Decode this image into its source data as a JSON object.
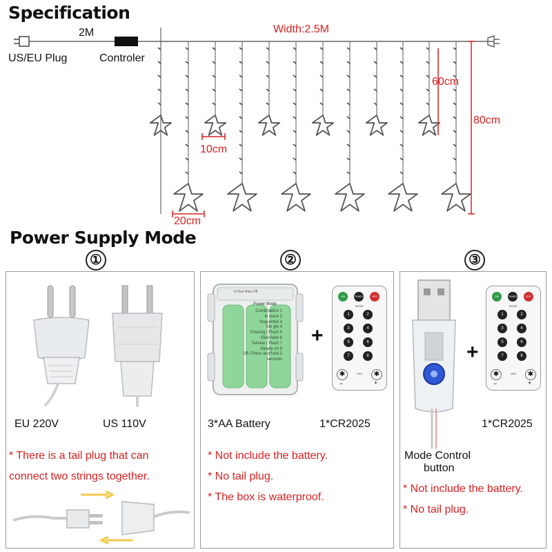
{
  "spec": {
    "title": "Specification",
    "width_label": "Width:2.5M",
    "cord_label": "2M",
    "plug_label": "US/EU Plug",
    "controller_label": "Controler",
    "short_drop_label": "60cm",
    "long_drop_label": "80cm",
    "small_star_label": "10cm",
    "big_star_label": "20cm"
  },
  "power": {
    "title": "Power Supply Mode",
    "mode1": {
      "number": "①",
      "eu_label": "EU 220V",
      "us_label": "US 110V",
      "note1": "* There is a tail plug that can",
      "note2": "connect two strings together."
    },
    "mode2": {
      "number": "②",
      "battery_label": "3*AA Battery",
      "coin_label": "1*CR2025",
      "notes": [
        "* Not include the battery.",
        "* No tail plug.",
        "* The box is waterproof."
      ],
      "box_lid_text": "6 Hour Auto Off",
      "box_title": "Power Mode",
      "box_modes": [
        "Combination 1",
        "In wave 2",
        "Sequential 3",
        "Slo glo 4",
        "Chasing / Flash 5",
        "Slow fade 6",
        "Twinkle / Flash 7",
        "Steady on 8",
        "Off--Press and hold 3",
        "seconds"
      ]
    },
    "mode3": {
      "number": "③",
      "coin_label": "1*CR2025",
      "button_label_1": "Mode Control",
      "button_label_2": "button",
      "notes": [
        "* Not include the battery.",
        "* No tail plug."
      ]
    },
    "remote": {
      "on": "ON",
      "timer": "TIMER",
      "off": "OFF",
      "mode": "MODE",
      "dim": "DIM",
      "buttons": [
        "1",
        "2",
        "3",
        "4",
        "5",
        "6",
        "7",
        "8"
      ],
      "minus": "−",
      "plus": "+"
    }
  },
  "colors": {
    "accent_red": "#d92020",
    "remote_green": "#2e9a48",
    "remote_red": "#d03030",
    "battery_green": "#8fd69a",
    "arrow_yellow": "#f2c94c"
  }
}
